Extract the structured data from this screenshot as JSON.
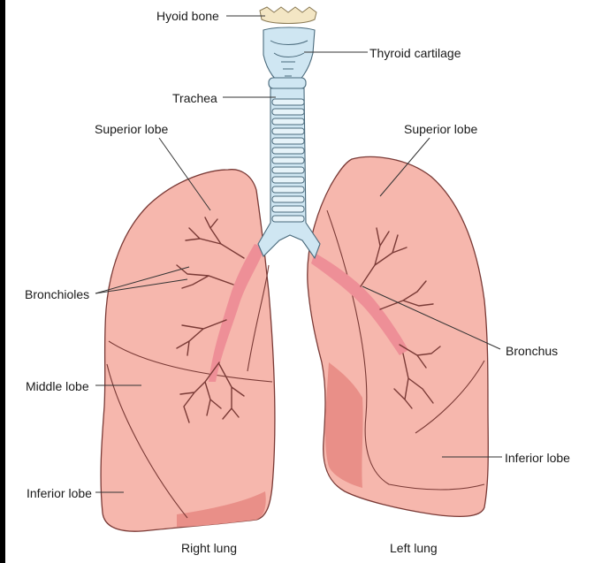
{
  "labels": {
    "hyoid_bone": "Hyoid bone",
    "thyroid_cartilage": "Thyroid cartilage",
    "trachea": "Trachea",
    "superior_lobe_right": "Superior lobe",
    "superior_lobe_left": "Superior lobe",
    "bronchioles": "Bronchioles",
    "bronchus": "Bronchus",
    "middle_lobe": "Middle lobe",
    "inferior_lobe_left": "Inferior lobe",
    "inferior_lobe_right": "Inferior lobe",
    "right_lung": "Right lung",
    "left_lung": "Left lung"
  },
  "colors": {
    "lung_fill": "#f6b7ad",
    "lung_shadow": "#e98f88",
    "lung_outline": "#7a3a36",
    "bronchus_fill": "#ee8f97",
    "trachea_fill": "#cfe6f2",
    "trachea_outline": "#4a6a7c",
    "hyoid_fill": "#f3e6c4",
    "leader_line": "#333333"
  }
}
